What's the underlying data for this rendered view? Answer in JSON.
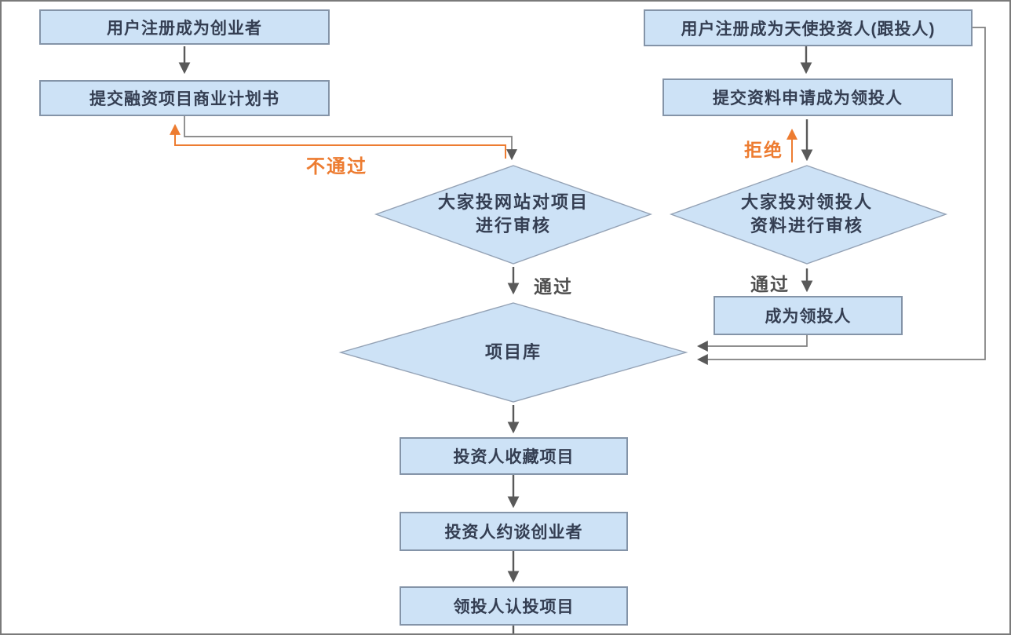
{
  "palette": {
    "node_fill": "#cde2f6",
    "node_border": "#8494a8",
    "line_dark": "#595959",
    "line_elbow": "#7f7f7f",
    "accent_orange": "#ed7c31",
    "text_dark": "#343e52"
  },
  "nodes": {
    "founder_register": {
      "label": "用户注册成为创业者"
    },
    "submit_plan": {
      "label": "提交融资项目商业计划书"
    },
    "site_review": {
      "line1": "大家投网站对项目",
      "line2": "进行审核"
    },
    "investor_register": {
      "label": "用户注册成为天使投资人(跟投人)"
    },
    "submit_material": {
      "label": "提交资料申请成为领投人"
    },
    "lead_review": {
      "line1": "大家投对领投人",
      "line2": "资料进行审核"
    },
    "become_lead": {
      "label": "成为领投人"
    },
    "project_pool": {
      "label": "项目库"
    },
    "collect_project": {
      "label": "投资人收藏项目"
    },
    "interview_founder": {
      "label": "投资人约谈创业者"
    },
    "lead_invest": {
      "label": "领投人认投项目"
    }
  },
  "edge_labels": {
    "not_pass": "不通过",
    "pass_left": "通过",
    "reject": "拒绝",
    "pass_right": "通过"
  }
}
